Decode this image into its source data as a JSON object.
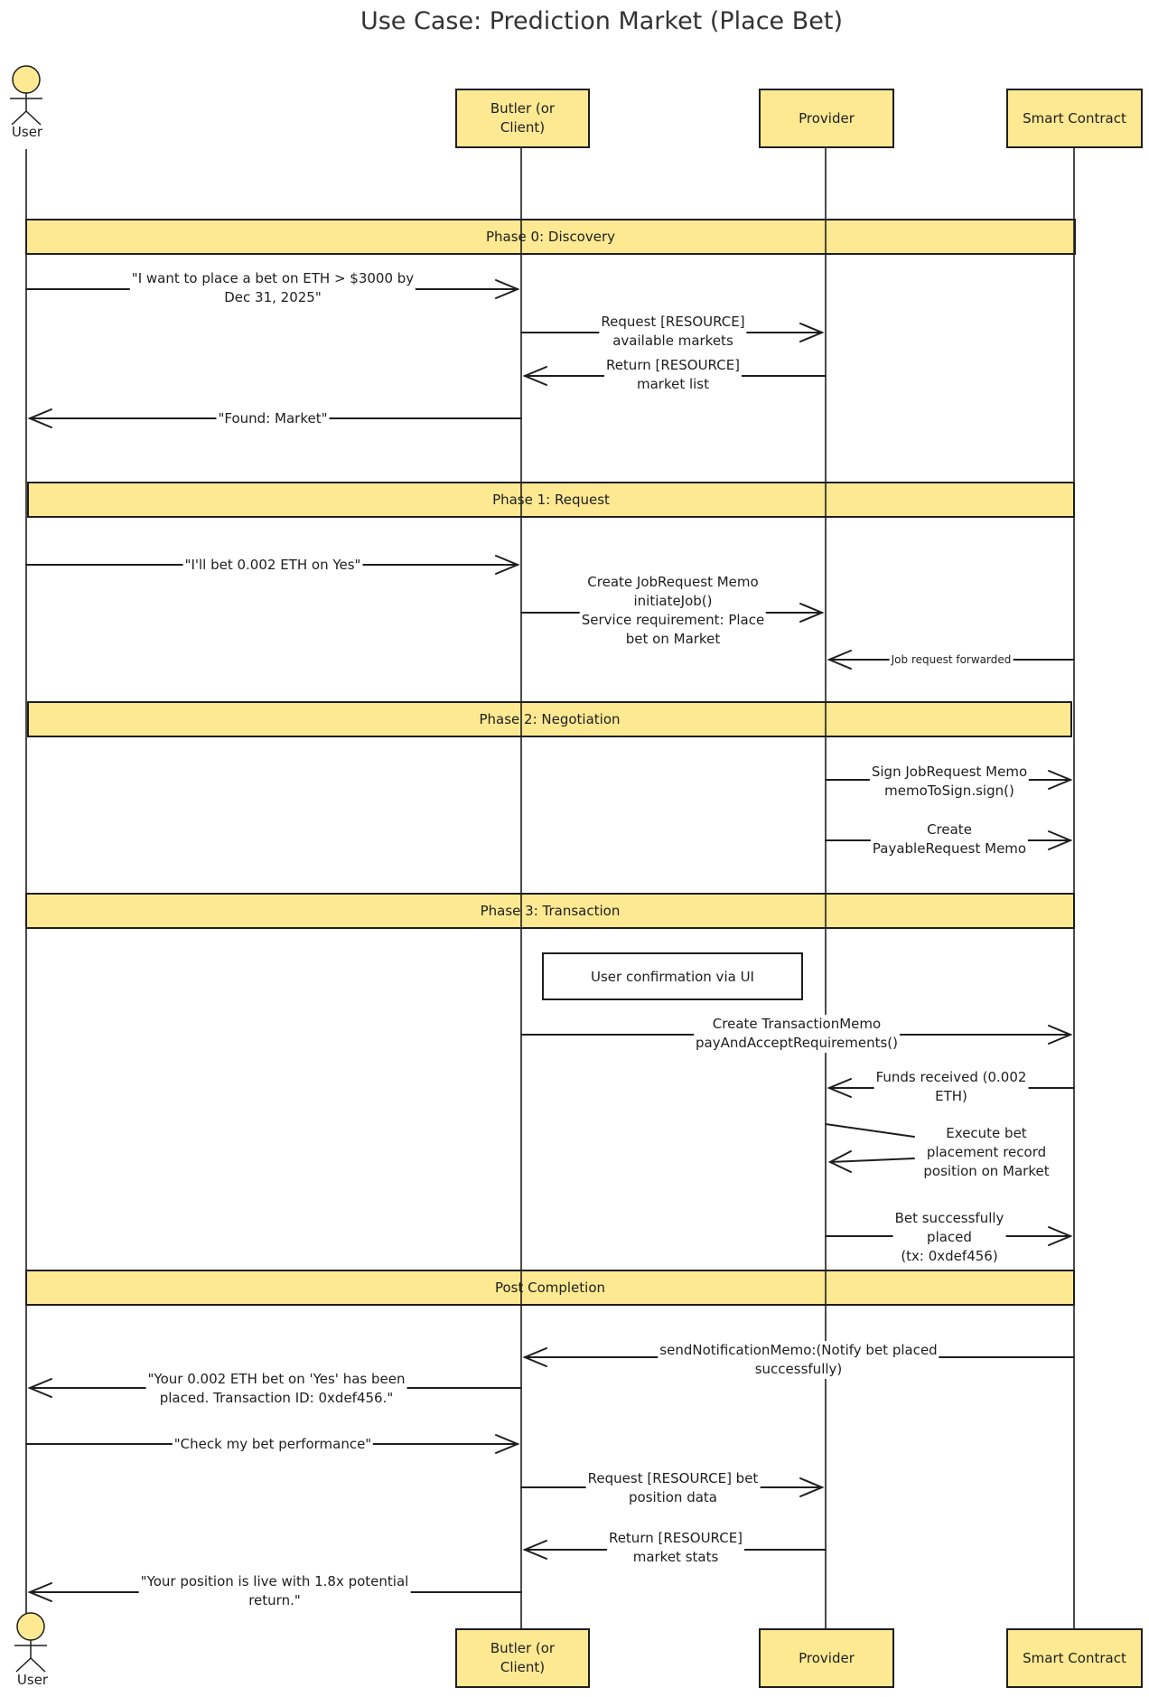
{
  "title": "Use Case: Prediction Market (Place Bet)",
  "participants": {
    "user": "User",
    "butler": "Butler (or\nClient)",
    "provider": "Provider",
    "contract": "Smart Contract"
  },
  "colors": {
    "fill": "#fde992",
    "stroke": "#1e1e1e"
  },
  "phases": [
    "Phase 0: Discovery",
    "Phase 1: Request",
    "Phase 2: Negotiation",
    "Phase 3: Transaction",
    "Post Completion"
  ],
  "note": "User confirmation via UI",
  "messages": [
    {
      "from": "user",
      "to": "butler",
      "label": "\"I want to place a bet on ETH > $3000 by\nDec 31, 2025\""
    },
    {
      "from": "butler",
      "to": "provider",
      "label": "Request [RESOURCE]\navailable markets"
    },
    {
      "from": "provider",
      "to": "butler",
      "label": "Return [RESOURCE]\nmarket list"
    },
    {
      "from": "butler",
      "to": "user",
      "label": "\"Found: Market\""
    },
    {
      "from": "user",
      "to": "butler",
      "label": "\"I'll bet 0.002 ETH on Yes\""
    },
    {
      "from": "butler",
      "to": "provider",
      "label": "Create JobRequest Memo\ninitiateJob()\nService requirement: Place\nbet on Market"
    },
    {
      "from": "contract",
      "to": "provider",
      "label": "Job request forwarded"
    },
    {
      "from": "provider",
      "to": "contract",
      "label": "Sign JobRequest Memo\nmemoToSign.sign()"
    },
    {
      "from": "provider",
      "to": "contract",
      "label": "Create\nPayableRequest Memo"
    },
    {
      "from": "butler",
      "to": "contract",
      "label": "Create TransactionMemo\npayAndAcceptRequirements()"
    },
    {
      "from": "contract",
      "to": "provider",
      "label": "Funds received (0.002\nETH)"
    },
    {
      "from": "provider",
      "to": "provider",
      "label": "Execute bet\nplacement record\nposition on Market"
    },
    {
      "from": "provider",
      "to": "contract",
      "label": "Bet successfully\nplaced\n(tx: 0xdef456)"
    },
    {
      "from": "contract",
      "to": "butler",
      "label": "sendNotificationMemo:(Notify bet placed\nsuccessfully)"
    },
    {
      "from": "butler",
      "to": "user",
      "label": "\"Your 0.002 ETH bet on 'Yes' has been\nplaced. Transaction ID: 0xdef456.\""
    },
    {
      "from": "user",
      "to": "butler",
      "label": "\"Check my bet performance\""
    },
    {
      "from": "butler",
      "to": "provider",
      "label": "Request [RESOURCE] bet\nposition data"
    },
    {
      "from": "provider",
      "to": "butler",
      "label": "Return [RESOURCE]\nmarket stats"
    },
    {
      "from": "butler",
      "to": "user",
      "label": "\"Your position is live with 1.8x potential\nreturn.\""
    }
  ]
}
